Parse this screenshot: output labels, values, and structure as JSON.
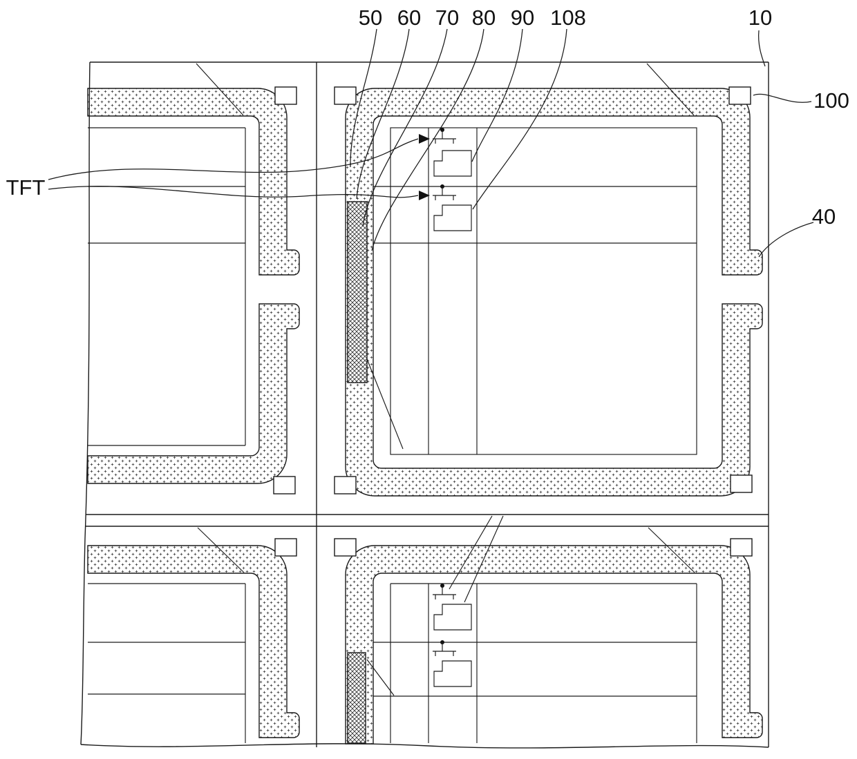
{
  "figure": {
    "type": "tft-array-substrate-layout-diagram",
    "labels": {
      "ref50": "50",
      "ref60": "60",
      "ref70": "70",
      "ref80": "80",
      "ref90": "90",
      "ref108": "108",
      "ref10": "10",
      "ref100": "100",
      "ref40": "40",
      "tft": "TFT"
    },
    "colors": {
      "line": "#1a1a1a",
      "background": "#ffffff"
    }
  }
}
